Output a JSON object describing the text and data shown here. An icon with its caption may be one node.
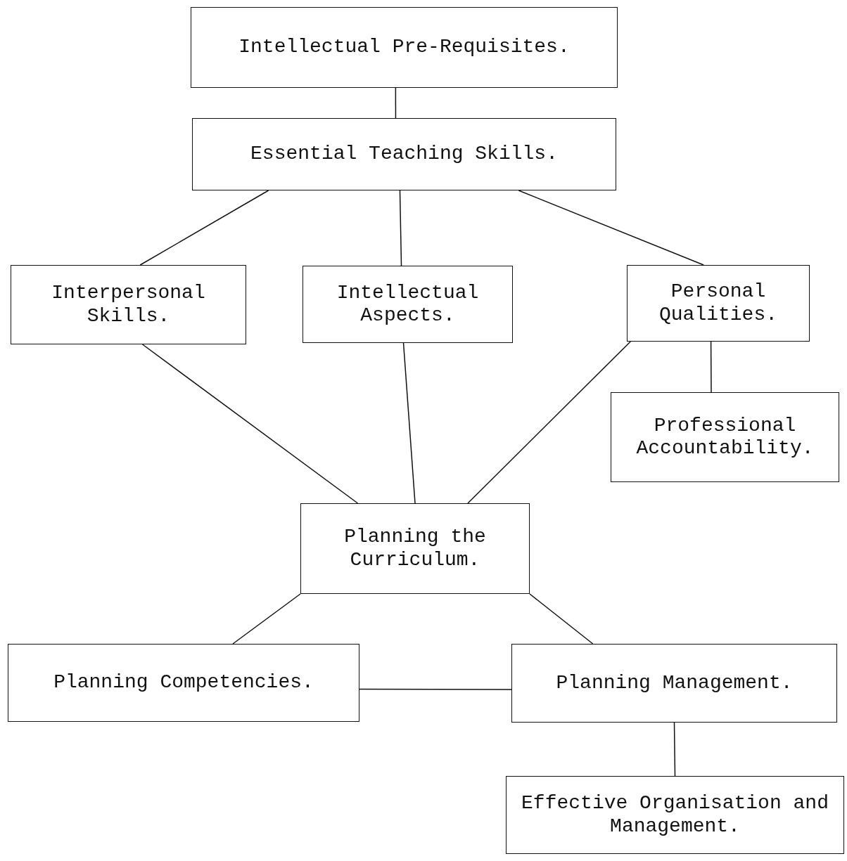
{
  "diagram": {
    "nodes": [
      {
        "text": [
          "Intellectual Pre-Requisites."
        ]
      },
      {
        "text": [
          "Essential Teaching Skills."
        ]
      },
      {
        "text": [
          "Interpersonal Skills."
        ]
      },
      {
        "text": [
          "Intellectual Aspects."
        ]
      },
      {
        "text": [
          "Personal Qualities."
        ]
      },
      {
        "text": [
          "Professional Accountability."
        ]
      },
      {
        "text": [
          "Planning the Curriculum."
        ]
      },
      {
        "text": [
          "Planning Competencies."
        ]
      },
      {
        "text": [
          "Planning Management."
        ]
      },
      {
        "text": [
          "Effective Organisation and Management."
        ]
      }
    ],
    "edges": [
      {
        "from": 0,
        "to": 1,
        "arrow": "none"
      },
      {
        "from": 1,
        "to": 2,
        "arrow": "none"
      },
      {
        "from": 1,
        "to": 3,
        "arrow": "none"
      },
      {
        "from": 1,
        "to": 4,
        "arrow": "none"
      },
      {
        "from": 4,
        "to": 5,
        "arrow": "none"
      },
      {
        "from": 2,
        "to": 6,
        "arrow": "none"
      },
      {
        "from": 3,
        "to": 6,
        "arrow": "none"
      },
      {
        "from": 4,
        "to": 6,
        "arrow": "none"
      },
      {
        "from": 6,
        "to": 7,
        "arrow": "none"
      },
      {
        "from": 6,
        "to": 8,
        "arrow": "none"
      },
      {
        "from": 7,
        "to": 8,
        "arrow": "none"
      },
      {
        "from": 8,
        "to": 9,
        "arrow": "none"
      }
    ]
  }
}
